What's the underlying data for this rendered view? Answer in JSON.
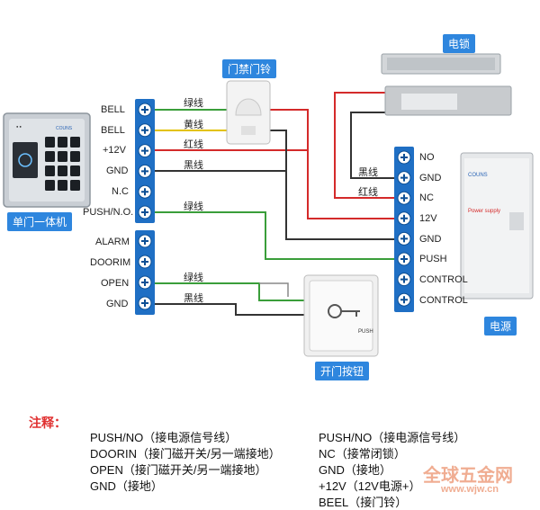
{
  "devices": {
    "keypad_title": "单门一体机",
    "keypad_brand": "COUNS",
    "doorbell_title": "门禁门铃",
    "lock_title": "电锁",
    "button_title": "开门按钮",
    "button_text": "PUSH",
    "psu_title": "电源",
    "psu_brand": "COUNS",
    "psu_subtitle": "Power supply"
  },
  "left_terminals_top": [
    "BELL",
    "BELL",
    "+12V",
    "GND",
    "N.C",
    "PUSH/N.O."
  ],
  "left_terminals_bottom": [
    "ALARM",
    "DOORIM",
    "OPEN",
    "GND"
  ],
  "right_terminals": [
    "NO",
    "GND",
    "NC",
    "12V",
    "GND",
    "PUSH",
    "CONTROL",
    "CONTROL"
  ],
  "wire_labels": {
    "bell_green": "绿线",
    "bell_yellow": "黄线",
    "power_red": "红线",
    "power_black": "黑线",
    "push_green": "绿线",
    "lock_black": "黑线",
    "lock_red": "红线",
    "open_green": "绿线",
    "open_black": "黑线"
  },
  "colors": {
    "terminal_blue": "#1f6fc4",
    "wire_red": "#d42a2a",
    "wire_green": "#3a9e3a",
    "wire_yellow": "#e3c200",
    "wire_black": "#333333",
    "wire_grey": "#888888",
    "title_blue": "#2e86de",
    "note_red": "#e03030"
  },
  "notes": {
    "title": "注释：",
    "left": [
      "PUSH/NO（接电源信号线）",
      "DOORIN（接门磁开关/另一端接地）",
      "OPEN（接门磁开关/另一端接地）",
      "GND（接地）"
    ],
    "right": [
      "PUSH/NO（接电源信号线）",
      "NC（接常闭锁）",
      "GND（接地）",
      "+12V（12V电源+）",
      "BEEL（接门铃）"
    ]
  },
  "watermark": {
    "text": "全球五金网",
    "url": "www.wjw.cn"
  }
}
